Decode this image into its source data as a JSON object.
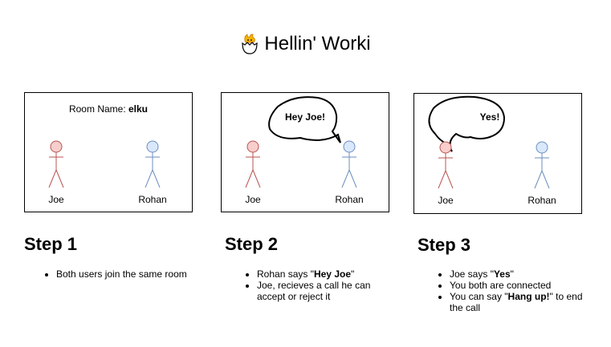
{
  "title": {
    "text": "Hellin' Worki",
    "logo_icon": "chick-hatching-icon"
  },
  "colors": {
    "joe_stroke": "#b85450",
    "joe_fill": "#f8cecc",
    "rohan_stroke": "#6c8ebf",
    "rohan_fill": "#dae8fc"
  },
  "panels": [
    {
      "room_label": "Room Name: ",
      "room_value": "elku",
      "left_user": "Joe",
      "right_user": "Rohan"
    },
    {
      "bubble": "Hey Joe!",
      "left_user": "Joe",
      "right_user": "Rohan"
    },
    {
      "bubble": "Yes!",
      "left_user": "Joe",
      "right_user": "Rohan"
    }
  ],
  "steps": [
    {
      "heading": "Step 1",
      "items": [
        {
          "parts": [
            "Both users join the same room"
          ]
        }
      ]
    },
    {
      "heading": "Step 2",
      "items": [
        {
          "pre": "Rohan says \"",
          "bold": "Hey Joe",
          "post": "\""
        },
        {
          "parts": [
            "Joe, recieves a call he can",
            "accept or reject it"
          ]
        }
      ]
    },
    {
      "heading": "Step 3",
      "items": [
        {
          "pre": "Joe says \"",
          "bold": "Yes",
          "post": "\""
        },
        {
          "parts": [
            "You both are connected"
          ]
        },
        {
          "pre": "You can say \"",
          "bold": "Hang up!",
          "post": "\" to end",
          "line2": "the call"
        }
      ]
    }
  ]
}
